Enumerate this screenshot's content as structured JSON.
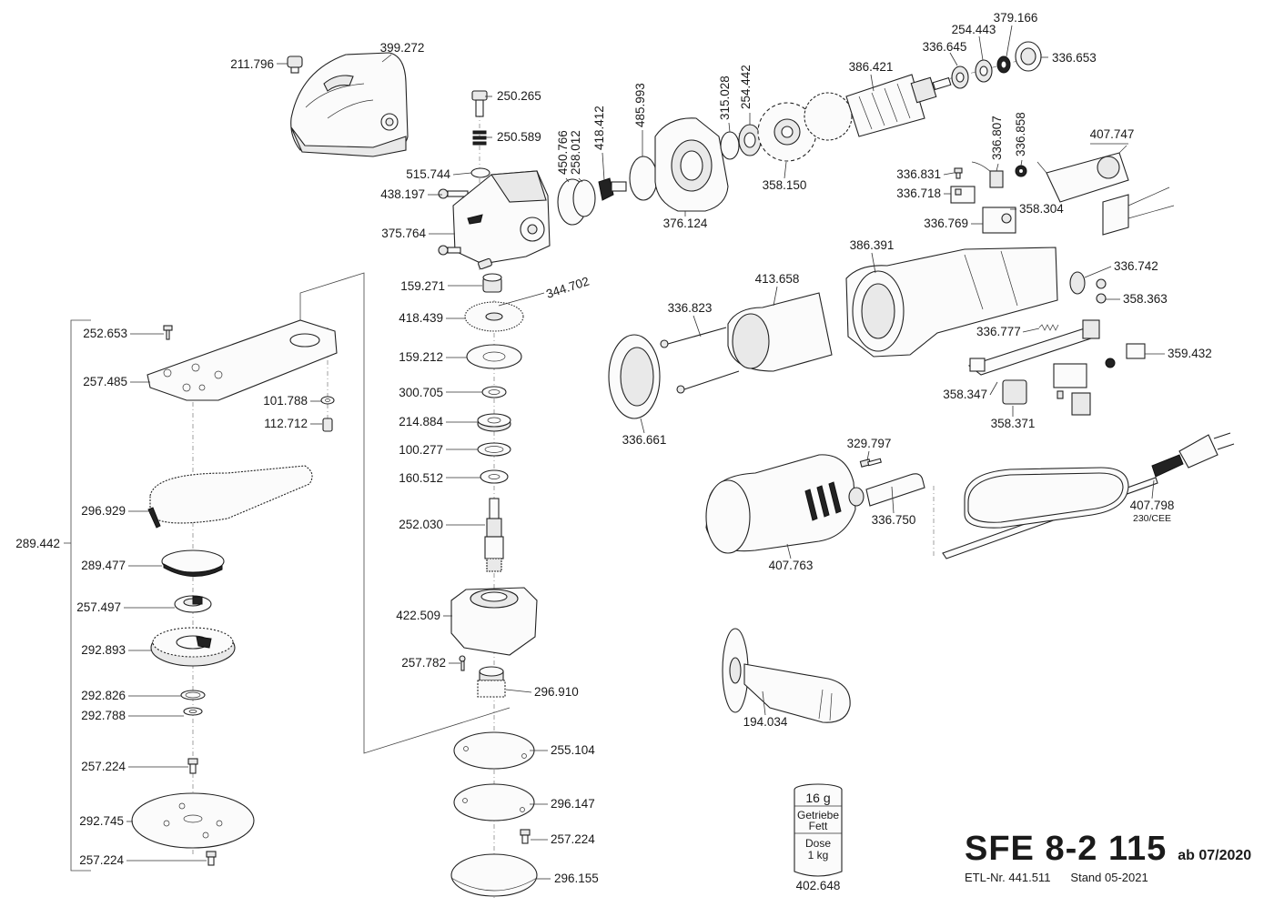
{
  "title_block": {
    "model": "SFE 8-2 115",
    "valid_from": "ab 07/2020",
    "etl_number": "ETL-Nr. 441.511",
    "stand": "Stand 05-2021"
  },
  "grease_can": {
    "weight": "16 g",
    "type_line1": "Getriebe",
    "type_line2": "Fett",
    "size_line1": "Dose",
    "size_line2": "1 kg",
    "part_number": "402.648"
  },
  "cable_note": "230/CEE",
  "parts": [
    {
      "number": "211.796"
    },
    {
      "number": "399.272"
    },
    {
      "number": "250.265"
    },
    {
      "number": "250.589"
    },
    {
      "number": "515.744"
    },
    {
      "number": "438.197"
    },
    {
      "number": "375.764"
    },
    {
      "number": "450.766"
    },
    {
      "number": "258.012"
    },
    {
      "number": "418.412"
    },
    {
      "number": "485.993"
    },
    {
      "number": "376.124"
    },
    {
      "number": "315.028"
    },
    {
      "number": "254.442"
    },
    {
      "number": "358.150"
    },
    {
      "number": "386.421"
    },
    {
      "number": "336.645"
    },
    {
      "number": "254.443"
    },
    {
      "number": "379.166"
    },
    {
      "number": "336.653"
    },
    {
      "number": "336.807"
    },
    {
      "number": "336.858"
    },
    {
      "number": "407.747"
    },
    {
      "number": "336.831"
    },
    {
      "number": "336.718"
    },
    {
      "number": "358.304"
    },
    {
      "number": "336.769"
    },
    {
      "number": "159.271"
    },
    {
      "number": "344.702"
    },
    {
      "number": "418.439"
    },
    {
      "number": "159.212"
    },
    {
      "number": "300.705"
    },
    {
      "number": "214.884"
    },
    {
      "number": "100.277"
    },
    {
      "number": "160.512"
    },
    {
      "number": "252.030"
    },
    {
      "number": "422.509"
    },
    {
      "number": "257.782"
    },
    {
      "number": "296.910"
    },
    {
      "number": "255.104"
    },
    {
      "number": "296.147"
    },
    {
      "number": "257.224"
    },
    {
      "number": "296.155"
    },
    {
      "number": "252.653"
    },
    {
      "number": "257.485"
    },
    {
      "number": "101.788"
    },
    {
      "number": "112.712"
    },
    {
      "number": "296.929"
    },
    {
      "number": "289.442"
    },
    {
      "number": "289.477"
    },
    {
      "number": "257.497"
    },
    {
      "number": "292.893"
    },
    {
      "number": "292.826"
    },
    {
      "number": "292.788"
    },
    {
      "number": "257.224"
    },
    {
      "number": "292.745"
    },
    {
      "number": "257.224"
    },
    {
      "number": "386.391"
    },
    {
      "number": "413.658"
    },
    {
      "number": "336.823"
    },
    {
      "number": "336.661"
    },
    {
      "number": "336.742"
    },
    {
      "number": "358.363"
    },
    {
      "number": "336.777"
    },
    {
      "number": "359.432"
    },
    {
      "number": "358.347"
    },
    {
      "number": "358.371"
    },
    {
      "number": "329.797"
    },
    {
      "number": "336.750"
    },
    {
      "number": "407.763"
    },
    {
      "number": "407.798"
    },
    {
      "number": "194.034"
    }
  ]
}
